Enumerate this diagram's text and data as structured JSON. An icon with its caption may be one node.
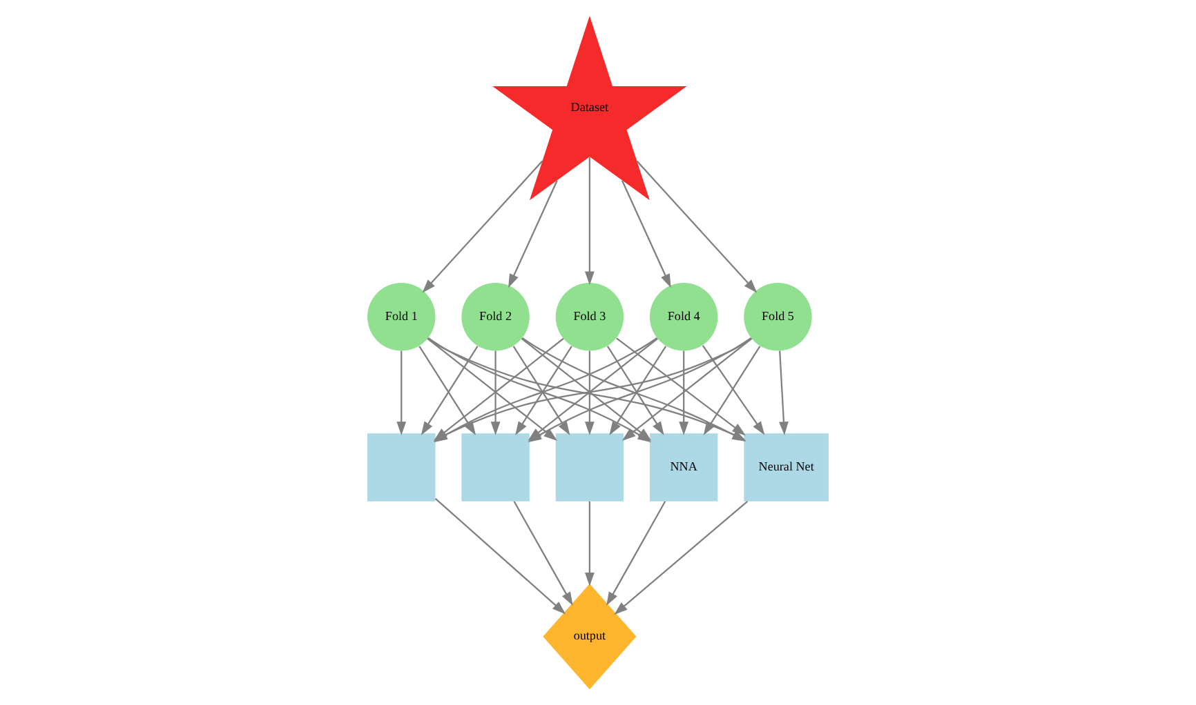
{
  "diagram": {
    "nodes": [
      {
        "text": [
          "Dataset"
        ]
      },
      {
        "text": [
          "Fold 1"
        ]
      },
      {
        "text": [
          "Fold 2"
        ]
      },
      {
        "text": [
          "Fold 3"
        ]
      },
      {
        "text": [
          "Fold 4"
        ]
      },
      {
        "text": [
          "Fold 5"
        ]
      },
      {
        "text": [],
        "shape": "box"
      },
      {
        "text": [],
        "shape": "box"
      },
      {
        "text": [],
        "shape": "box"
      },
      {
        "text": [
          "NNA"
        ]
      },
      {
        "text": [
          "Neural Net"
        ]
      },
      {
        "text": [
          "output"
        ]
      }
    ],
    "edges": [
      {
        "from": 0,
        "to": 1,
        "arrow": "to"
      },
      {
        "from": 0,
        "to": 2,
        "arrow": "to"
      },
      {
        "from": 0,
        "to": 3,
        "arrow": "to"
      },
      {
        "from": 0,
        "to": 4,
        "arrow": "to"
      },
      {
        "from": 0,
        "to": 5,
        "arrow": "to"
      },
      {
        "from": 1,
        "to": 6,
        "arrow": "to"
      },
      {
        "from": 1,
        "to": 7,
        "arrow": "to"
      },
      {
        "from": 1,
        "to": 8,
        "arrow": "to"
      },
      {
        "from": 1,
        "to": 9,
        "arrow": "to"
      },
      {
        "from": 1,
        "to": 10,
        "arrow": "to"
      },
      {
        "from": 2,
        "to": 6,
        "arrow": "to"
      },
      {
        "from": 2,
        "to": 7,
        "arrow": "to"
      },
      {
        "from": 2,
        "to": 8,
        "arrow": "to"
      },
      {
        "from": 2,
        "to": 9,
        "arrow": "to"
      },
      {
        "from": 2,
        "to": 10,
        "arrow": "to"
      },
      {
        "from": 3,
        "to": 6,
        "arrow": "to"
      },
      {
        "from": 3,
        "to": 7,
        "arrow": "to"
      },
      {
        "from": 3,
        "to": 8,
        "arrow": "to"
      },
      {
        "from": 3,
        "to": 9,
        "arrow": "to"
      },
      {
        "from": 3,
        "to": 10,
        "arrow": "to"
      },
      {
        "from": 4,
        "to": 6,
        "arrow": "to"
      },
      {
        "from": 4,
        "to": 7,
        "arrow": "to"
      },
      {
        "from": 4,
        "to": 8,
        "arrow": "to"
      },
      {
        "from": 4,
        "to": 9,
        "arrow": "to"
      },
      {
        "from": 4,
        "to": 10,
        "arrow": "to"
      },
      {
        "from": 5,
        "to": 6,
        "arrow": "to"
      },
      {
        "from": 5,
        "to": 7,
        "arrow": "to"
      },
      {
        "from": 5,
        "to": 8,
        "arrow": "to"
      },
      {
        "from": 5,
        "to": 9,
        "arrow": "to"
      },
      {
        "from": 5,
        "to": 10,
        "arrow": "to"
      },
      {
        "from": 6,
        "to": 11,
        "arrow": "to"
      },
      {
        "from": 7,
        "to": 11,
        "arrow": "to"
      },
      {
        "from": 8,
        "to": 11,
        "arrow": "to"
      },
      {
        "from": 9,
        "to": 11,
        "arrow": "to"
      },
      {
        "from": 10,
        "to": 11,
        "arrow": "to"
      }
    ]
  }
}
